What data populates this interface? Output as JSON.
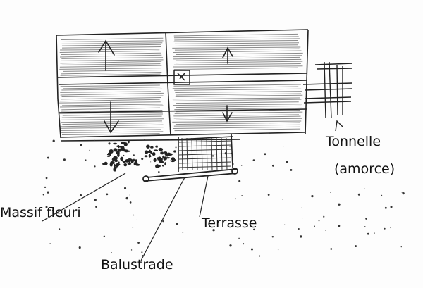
{
  "labels": {
    "tonnelle": "Tonnelle",
    "amorce": "(amorce)",
    "massif": "Massif fleuri",
    "terrasse": "Terrasse",
    "balustrade": "Balustrade"
  },
  "colors": {
    "ink": "#222222",
    "hatch": "#8a8a8a",
    "paper": "#fdfdfd"
  }
}
